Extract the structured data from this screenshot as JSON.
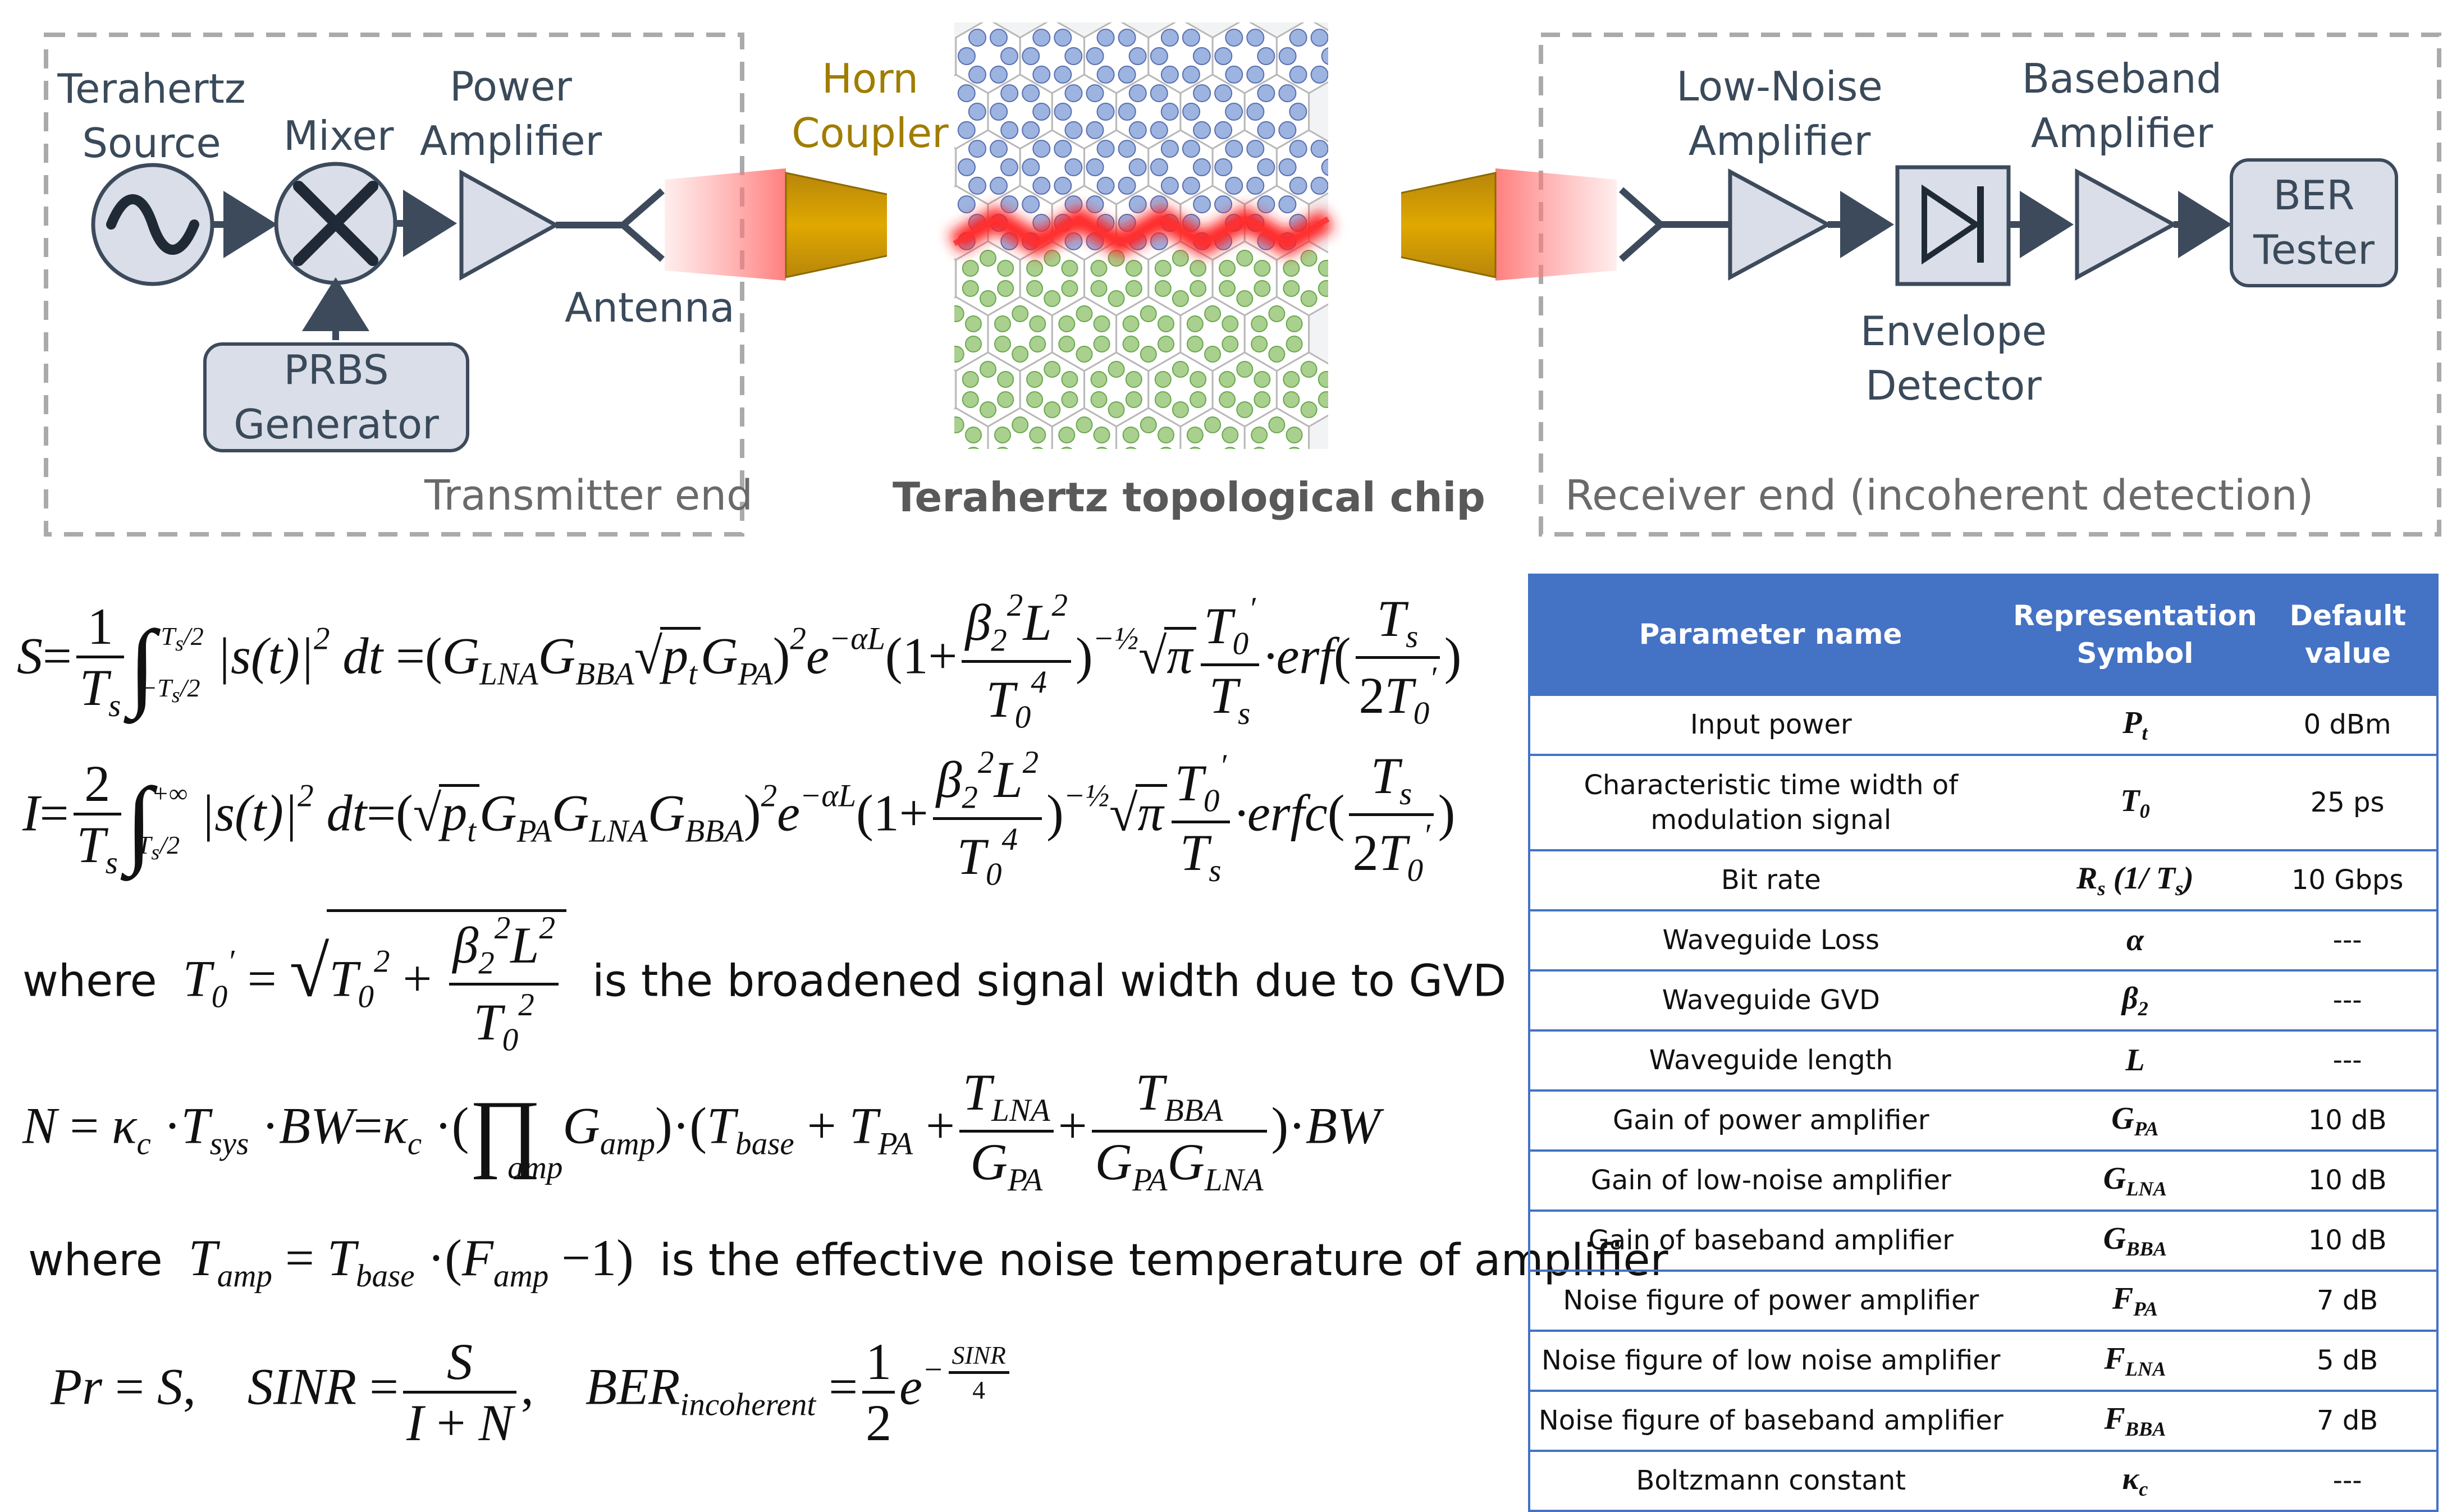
{
  "diagram": {
    "transmitter_label": "Transmitter end",
    "receiver_label": "Receiver end (incoherent detection)",
    "chip_label": "Terahertz topological chip",
    "horn_coupler": [
      "Horn",
      "Coupler"
    ],
    "source_label": [
      "Terahertz",
      "Source"
    ],
    "mixer_label": "Mixer",
    "power_amp_label": [
      "Power",
      "Amplifier"
    ],
    "antenna_label": "Antenna",
    "prbs_label": [
      "PRBS",
      "Generator"
    ],
    "lna_label": [
      "Low-Noise",
      "Amplifier"
    ],
    "baseband_label": [
      "Baseband",
      "Amplifier"
    ],
    "envelope_label": [
      "Envelope",
      "Detector"
    ],
    "ber_label": [
      "BER",
      "Tester"
    ],
    "colors": {
      "box_fill": "#d9dee8",
      "box_stroke": "#3d4a5c",
      "horn": "#d4a017",
      "beam": "#f08080",
      "dash": "#aaaaaa",
      "upper_dot": "#9db3e0",
      "lower_dot": "#a9d08e",
      "edge_glow": "#ff2020"
    }
  },
  "equations": {
    "where1_a": "where",
    "where1_b": "is the broadened signal width due to GVD",
    "where2_a": "where",
    "where2_b": "is the effective noise temperature of amplifier"
  },
  "table": {
    "headers": [
      "Parameter name",
      "Representation Symbol",
      "Default value"
    ],
    "rows": [
      {
        "name": "Input power",
        "symbol": "P",
        "sub": "t",
        "value": "0 dBm"
      },
      {
        "name": "Characteristic time width of modulation signal",
        "symbol": "T",
        "sub": "0",
        "value": "25 ps"
      },
      {
        "name": "Bit rate",
        "symbol": "R",
        "sub": "s",
        "extra": " (1/ T",
        "extra_sub": "s",
        "extra_end": ")",
        "value": "10 Gbps"
      },
      {
        "name": "Waveguide Loss",
        "symbol": "α",
        "sub": "",
        "value": "---"
      },
      {
        "name": "Waveguide GVD",
        "symbol": "β",
        "sub": "2",
        "value": "---"
      },
      {
        "name": "Waveguide length",
        "symbol": "L",
        "sub": "",
        "value": "---"
      },
      {
        "name": "Gain of power amplifier",
        "symbol": "G",
        "sub": "PA",
        "value": "10 dB"
      },
      {
        "name": "Gain of low-noise amplifier",
        "symbol": "G",
        "sub": "LNA",
        "value": "10 dB"
      },
      {
        "name": "Gain of baseband amplifier",
        "symbol": "G",
        "sub": "BBA",
        "value": "10 dB"
      },
      {
        "name": "Noise figure of power amplifier",
        "symbol": "F",
        "sub": "PA",
        "value": "7 dB"
      },
      {
        "name": "Noise figure of low noise amplifier",
        "symbol": "F",
        "sub": "LNA",
        "value": "5 dB"
      },
      {
        "name": "Noise figure of baseband amplifier",
        "symbol": "F",
        "sub": "BBA",
        "value": "7 dB"
      },
      {
        "name": "Boltzmann constant",
        "symbol": "κ",
        "sub": "c",
        "value": "---"
      }
    ]
  }
}
